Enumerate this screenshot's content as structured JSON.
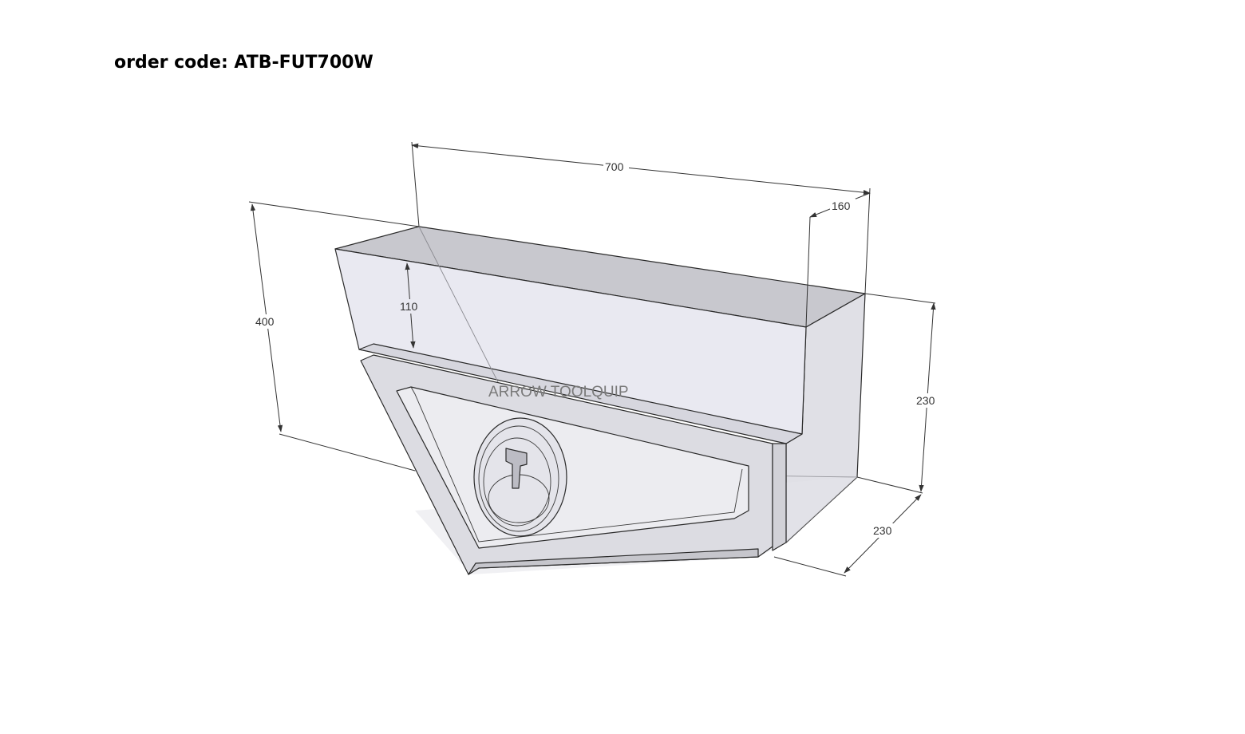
{
  "header": {
    "order_code": "order code: ATB-FUT700W"
  },
  "drawing": {
    "brand_label": "ARROW TOOLQUIP",
    "dimensions": {
      "width_top": "700",
      "depth_top": "160",
      "height_left": "400",
      "lid_height": "110",
      "height_right": "230",
      "depth_bottom": "230"
    }
  },
  "colors": {
    "top_face": "#c8c8ce",
    "front_face": "#e6e6ee",
    "side_face": "#e2e2e8",
    "door_frame": "#dcdce2",
    "door_panel": "#ececf0",
    "edge": "#2a2a2a"
  }
}
